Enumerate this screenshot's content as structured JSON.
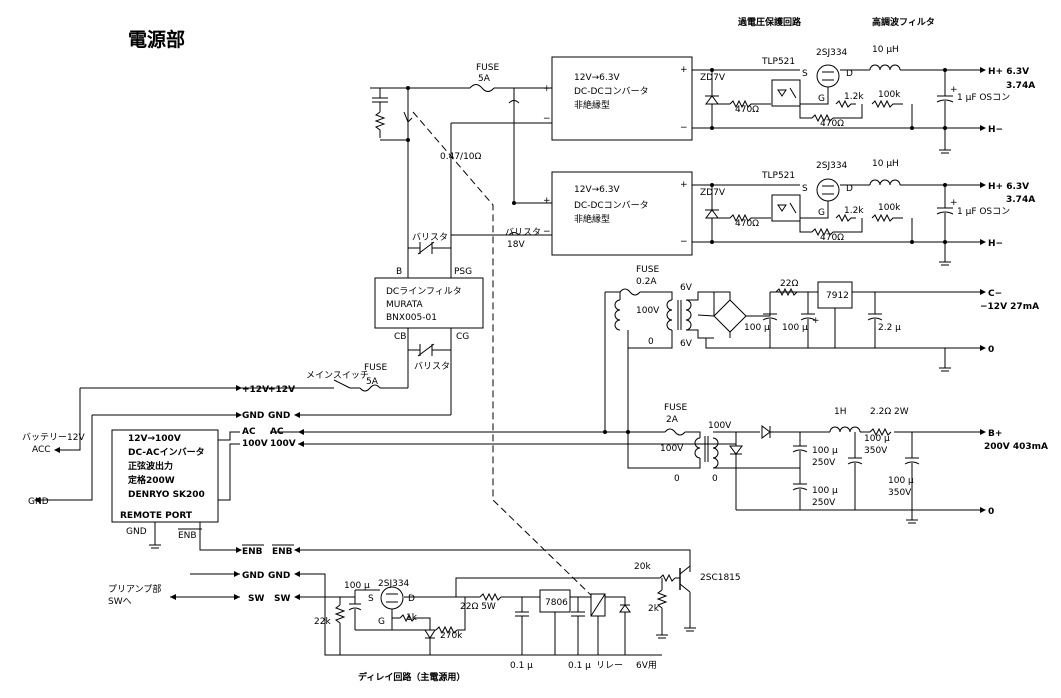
{
  "title": "電源部",
  "sections": {
    "overvoltage": "過電圧保護回路",
    "hf_filter": "高調波フィルタ",
    "delay": "ディレイ回路（主電源用）"
  },
  "dcdc": {
    "top": {
      "line1": "12V→6.3V",
      "line2": "DC-DCコンバータ",
      "line3": "非絶縁型"
    },
    "bottom": {
      "line1": "12V→6.3V",
      "line2": "DC-DCコンバータ",
      "line3": "非絶縁型"
    }
  },
  "line_filter": {
    "line1": "DCラインフィルタ",
    "line2": "MURATA",
    "line3": "BNX005-01",
    "pin_b": "B",
    "pin_psg": "PSG",
    "pin_cb": "CB",
    "pin_cg": "CG"
  },
  "inverter": {
    "line1": "12V→100V",
    "line2": "DC-ACインバータ",
    "line3": "正弦波出力",
    "line4": "定格200W",
    "line5": "DENRYO SK200",
    "line6": "REMOTE PORT"
  },
  "labels": {
    "fuse": "FUSE",
    "fuse_5a_1": "5A",
    "fuse_5a_2": "5A",
    "fuse_02a": "0.2A",
    "fuse_2a": "2A",
    "resistor_047": "0.47/10Ω",
    "varistor1": "バリスタ",
    "varistor2": "バリスタ",
    "varistor3": "バリスタ",
    "varistor_18v": "18V",
    "main_switch": "メインスイッチ",
    "zd_top": "ZD7V",
    "zd_bot": "ZD7V",
    "tlp_top": "TLP521",
    "tlp_bot": "TLP521",
    "fet_top": "2SJ334",
    "fet_bot": "2SJ334",
    "fet_delay": "2SJ334",
    "s": "S",
    "d": "D",
    "g": "G",
    "r470_a": "470Ω",
    "r470_b": "470Ω",
    "r470_c": "470Ω",
    "r470_d": "470Ω",
    "r12k_a": "1.2k",
    "r12k_b": "1.2k",
    "r100k_a": "100k",
    "r100k_b": "100k",
    "l10uh_a": "10 μH",
    "l10uh_b": "10 μH",
    "cos_a": "1 μF OSコン",
    "cos_b": "1 μF OSコン",
    "out_hplus_a": "H+ 6.3V",
    "out_amp_a": "3.74A",
    "out_hminus_a": "H−",
    "out_hplus_b": "H+ 6.3V",
    "out_amp_b": "3.74A",
    "out_hminus_b": "H−",
    "plus": "+",
    "minus": "−",
    "v6a": "6V",
    "v6b": "6V",
    "v100_a": "100V",
    "v0_a": "0",
    "r22": "22Ω",
    "reg7912": "7912",
    "c100u_a": "100 μ",
    "c100u_b": "100 μ",
    "c22u": "2.2 μ",
    "out_cminus": "C−",
    "out_12v": "−12V  27mA",
    "out_0_a": "0",
    "out_0_b": "0",
    "v100_b": "100V",
    "v100_c": "100V",
    "v0_b": "0",
    "v0_c": "0",
    "l1h": "1H",
    "r22w": "2.2Ω 2W",
    "c100_250a": "100 μ",
    "v250a": "250V",
    "c100_250b": "100 μ",
    "v250b": "250V",
    "c100_350a": "100 μ",
    "v350a": "350V",
    "c100_350b": "100 μ",
    "v350b": "350V",
    "out_bplus": "B+",
    "out_200v": "200V 403mA",
    "batt": "バッテリー12V",
    "acc": "ACC",
    "gnd_left": "GND",
    "p12a": "+12V",
    "p12b": "+12V",
    "gnda": "GND",
    "gndb": "GND",
    "ac_a": "AC",
    "ac_b": "AC",
    "v100_inv_a": "100V",
    "v100_inv_b": "100V",
    "gnd_inv": "GND",
    "enb_inv": "ENB",
    "enb_a": "ENB",
    "enb_b": "ENB",
    "gnd_c": "GND",
    "gnd_d": "GND",
    "preamp1": "プリアンプ部",
    "preamp2": "SWへ",
    "sw_a": "SW",
    "sw_b": "SW",
    "c100u_delay": "100 μ",
    "r22k": "22k",
    "r1k": "1k",
    "r270k": "270k",
    "r22o_5w": "22Ω  5W",
    "reg7806": "7806",
    "c01a": "0.1 μ",
    "c01b": "0.1 μ",
    "relay": "リレー",
    "relay_v": "6V用",
    "r20k": "20k",
    "r2k": "2k",
    "tr": "2SC1815"
  }
}
